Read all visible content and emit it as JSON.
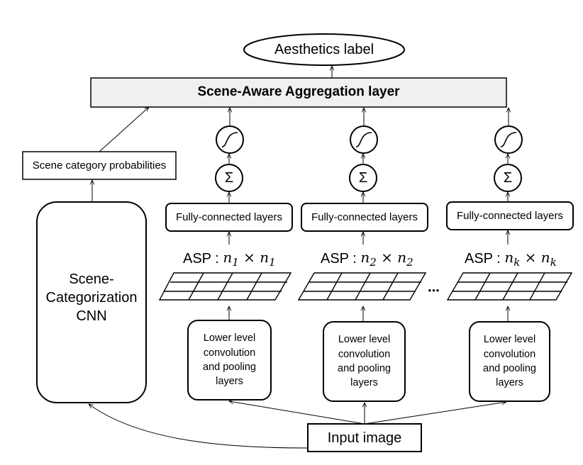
{
  "nodes": {
    "aesthetics_label": "Aesthetics label",
    "aggregation_layer": "Scene-Aware Aggregation layer",
    "scene_probabilities": "Scene category probabilities",
    "scene_cnn": "Scene-\nCategorization\nCNN",
    "input_image": "Input image",
    "ellipsis": "•••"
  },
  "branches": [
    {
      "fc": "Fully-connected layers",
      "asp_prefix": "ASP : ",
      "n_sub": "1",
      "lower": "Lower level\nconvolution\nand pooling\nlayers"
    },
    {
      "fc": "Fully-connected layers",
      "asp_prefix": "ASP : ",
      "n_sub": "2",
      "lower": "Lower level\nconvolution\nand pooling\nlayers"
    },
    {
      "fc": "Fully-connected layers",
      "asp_prefix": "ASP : ",
      "n_sub": "k",
      "lower": "Lower level\nconvolution\nand pooling\nlayers"
    }
  ],
  "symbols": {
    "sum": "Σ",
    "times": "×",
    "n": "n"
  }
}
